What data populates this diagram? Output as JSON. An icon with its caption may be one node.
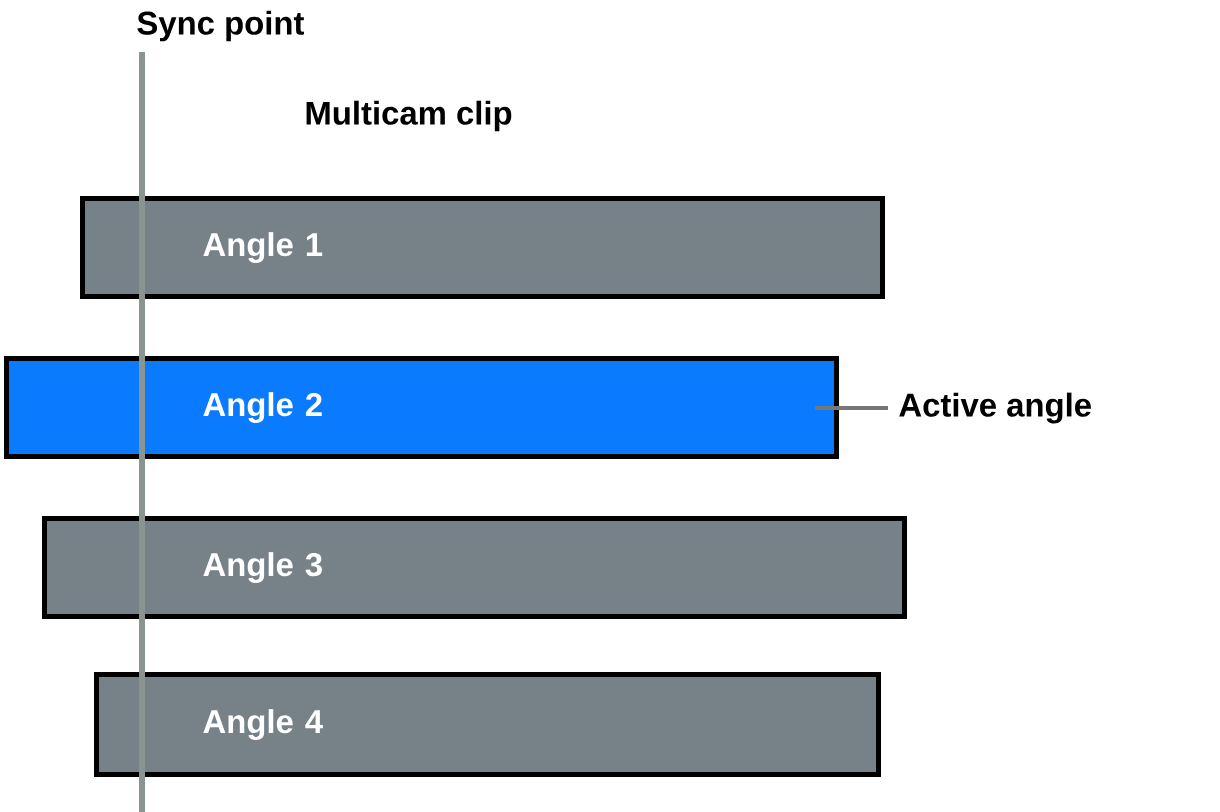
{
  "diagram": {
    "nodes": [
      {
        "text": [
          "Angle 1"
        ]
      },
      {
        "text": [
          "Angle 2"
        ]
      },
      {
        "text": [
          "Angle 3"
        ]
      },
      {
        "text": [
          "Angle 4"
        ]
      },
      {
        "text": [
          "Active angle"
        ]
      }
    ],
    "edges": [
      {
        "from": 4,
        "to": 1,
        "arrow": "none"
      }
    ],
    "labels": [
      "Sync point",
      "Multicam clip"
    ]
  }
}
